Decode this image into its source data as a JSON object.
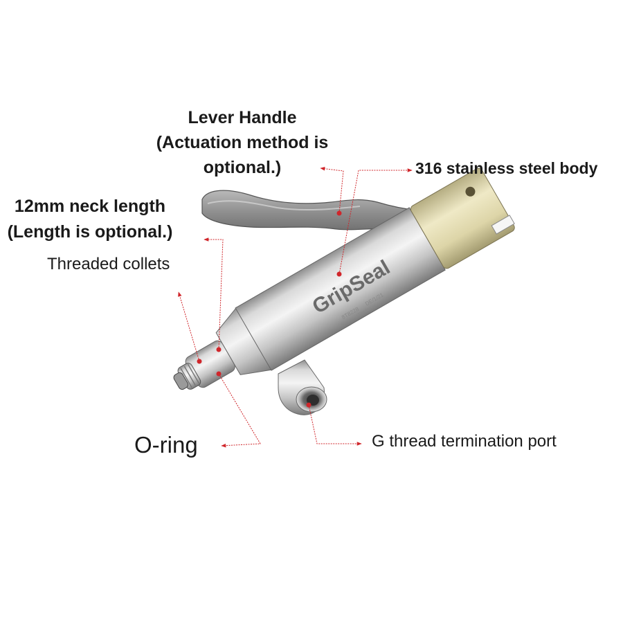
{
  "labels": {
    "lever_handle": [
      "Lever Handle",
      "(Actuation method is",
      "optional.)"
    ],
    "body": "316 stainless steel body",
    "neck": [
      "12mm neck length",
      "(Length is optional.)"
    ],
    "collets": "Threaded collets",
    "oring": "O-ring",
    "port": "G thread termination port"
  },
  "product_text": {
    "brand": "GripSeal",
    "engraving": [
      "8T8228",
      "DE/1/21",
      "Ser.No."
    ]
  },
  "colors": {
    "accent": "#d0262b",
    "text": "#1a1a1a",
    "steel": "#c8c8c8",
    "brass": "#e6e1b8"
  }
}
